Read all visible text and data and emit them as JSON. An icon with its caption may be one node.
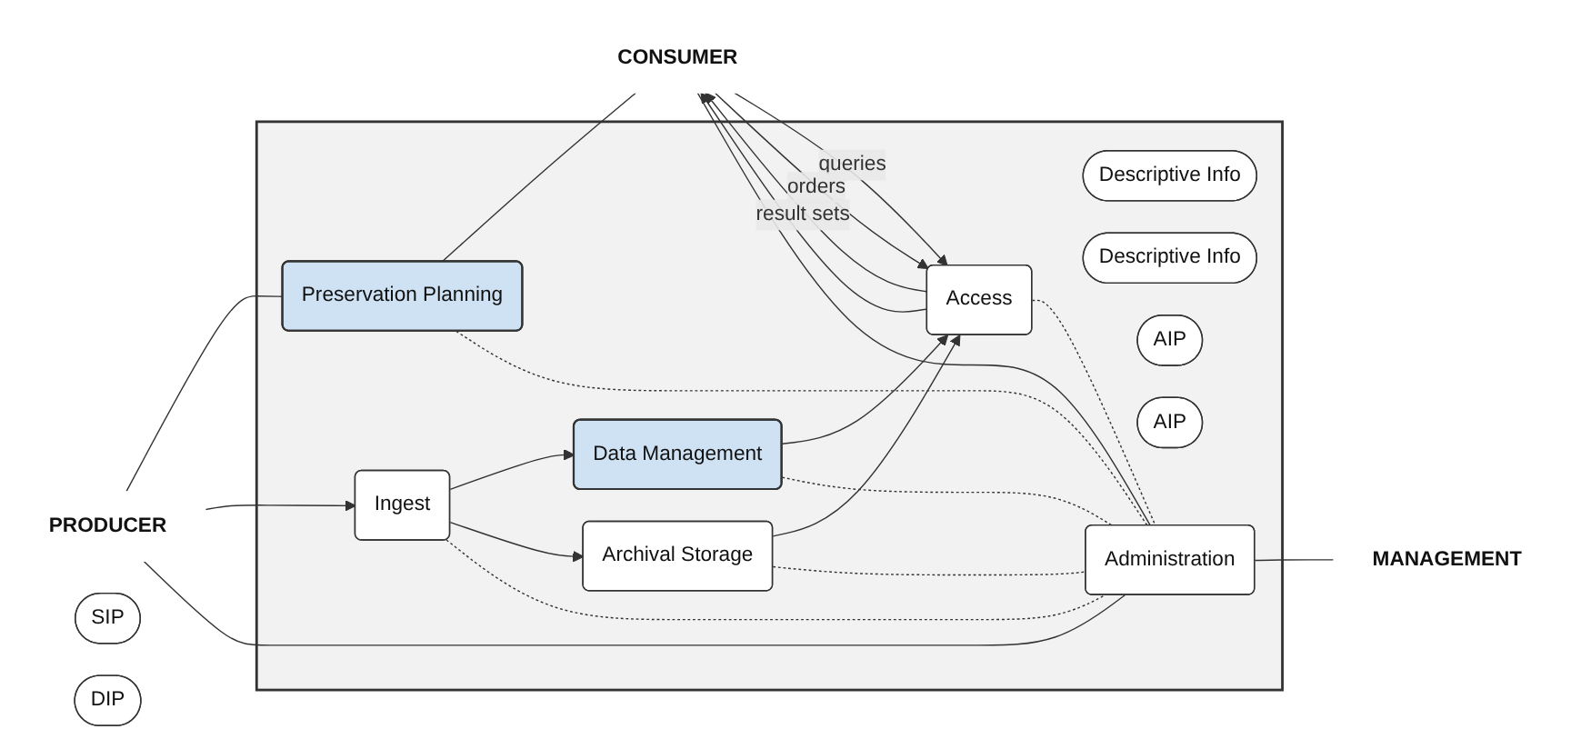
{
  "diagram": {
    "nodes": [
      {
        "text": [
          "PRODUCER"
        ]
      },
      {
        "text": [
          "CONSUMER"
        ]
      },
      {
        "text": [
          "MANAGEMENT"
        ]
      },
      {
        "text": [],
        "shape": "box"
      },
      {
        "text": [
          "Preservation Planning"
        ],
        "in": 3
      },
      {
        "text": [
          "Descriptive Info"
        ],
        "in": 3
      },
      {
        "text": [
          "Data Management"
        ],
        "in": 3
      },
      {
        "text": [
          "Descriptive Info"
        ],
        "in": 3
      },
      {
        "text": [
          "SIP"
        ]
      },
      {
        "text": [
          "Ingest"
        ],
        "in": 3
      },
      {
        "text": [
          "AIP"
        ],
        "in": 3
      },
      {
        "text": [
          "Archival Storage"
        ],
        "in": 3
      },
      {
        "text": [
          "AIP"
        ],
        "in": 3
      },
      {
        "text": [
          "Access"
        ],
        "in": 3
      },
      {
        "text": [
          "DIP"
        ]
      },
      {
        "text": [
          "Administration"
        ],
        "in": 3
      }
    ],
    "edges": [
      {
        "from": 0,
        "to": 4,
        "arrow": "none"
      },
      {
        "from": 4,
        "to": 1,
        "arrow": "none"
      },
      {
        "from": 0,
        "to": 9,
        "arrow": "to"
      },
      {
        "from": 9,
        "to": 6,
        "arrow": "to"
      },
      {
        "from": 9,
        "to": 11,
        "arrow": "to"
      },
      {
        "from": 11,
        "to": 13,
        "arrow": "to"
      },
      {
        "from": 6,
        "to": 13,
        "arrow": "to"
      },
      {
        "from": 1,
        "to": 13,
        "label": "queries",
        "arrow": "to"
      },
      {
        "from": 13,
        "to": 1,
        "label": "result sets",
        "arrow": "to"
      },
      {
        "from": 1,
        "to": 13,
        "label": "orders",
        "arrow": "to"
      },
      {
        "from": 13,
        "to": 1,
        "arrow": "to"
      },
      {
        "from": 4,
        "to": 15,
        "arrow": "none",
        "style": "dashed"
      },
      {
        "from": 9,
        "to": 15,
        "arrow": "none",
        "style": "dashed"
      },
      {
        "from": 6,
        "to": 15,
        "arrow": "none",
        "style": "dashed"
      },
      {
        "from": 11,
        "to": 15,
        "arrow": "none",
        "style": "dashed"
      },
      {
        "from": 13,
        "to": 15,
        "arrow": "none",
        "style": "dashed"
      },
      {
        "from": 0,
        "to": 15,
        "arrow": "none"
      },
      {
        "from": 15,
        "to": 1,
        "arrow": "none"
      },
      {
        "from": 15,
        "to": 2,
        "arrow": "none"
      }
    ]
  }
}
